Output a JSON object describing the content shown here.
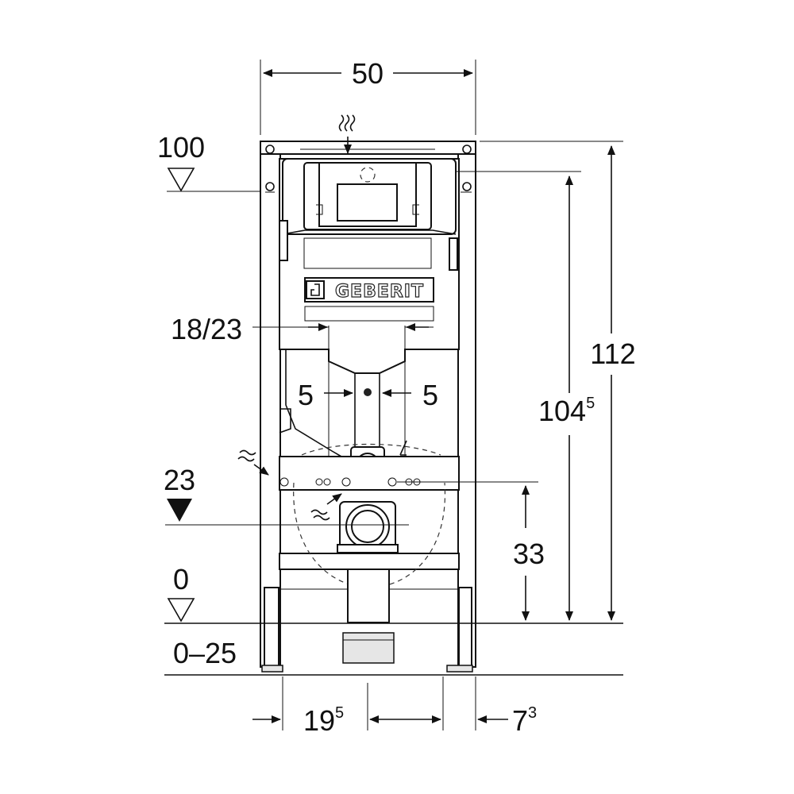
{
  "diagram": {
    "brand": "GEBERIT",
    "dimensions": {
      "top_width": "50",
      "level_top_label": "100",
      "total_height": "112",
      "actuator_height_main": "104",
      "actuator_height_sup": "5",
      "cistern_spacing": "18/23",
      "left_offset": "5",
      "right_offset": "5",
      "drain_level_label": "23",
      "drain_height": "33",
      "floor_level_label": "0",
      "floor_adjust_label": "0–25",
      "bottom_left_main": "19",
      "bottom_left_sup": "5",
      "bottom_right_main": "7",
      "bottom_right_sup": "3"
    }
  }
}
